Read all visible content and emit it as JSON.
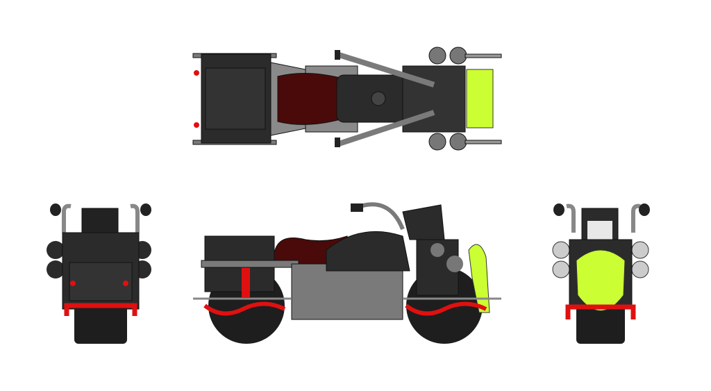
{
  "colors": {
    "background": "#ffffff",
    "body_black": "#2b2b2b",
    "frame_gray": "#7a7a7a",
    "chrome_light": "#bdbdbd",
    "seat_maroon": "#4a0a0a",
    "accent_red": "#e01010",
    "eagle_yellow": "#ccff33",
    "tire": "#1e1e1e"
  },
  "views": [
    "top",
    "rear",
    "side",
    "front"
  ]
}
